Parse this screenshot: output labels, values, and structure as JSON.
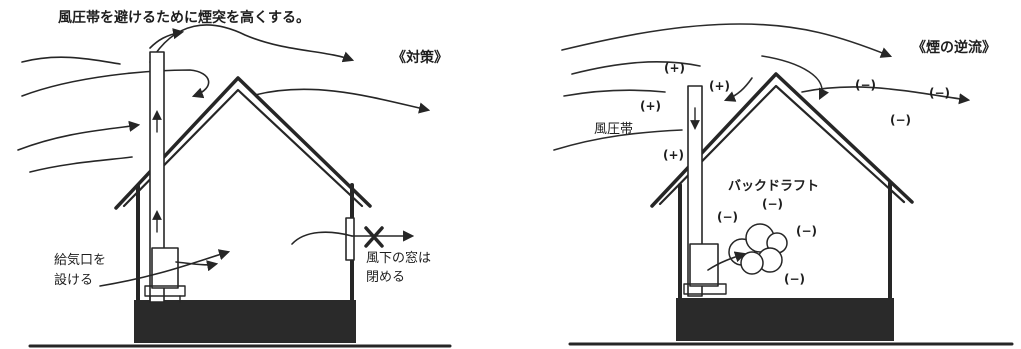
{
  "left_panel": {
    "title": "《対策》",
    "top_note": "風圧帯を避けるために煙突を高くする。",
    "intake_label": [
      "給気口を",
      "設ける"
    ],
    "window_label": [
      "風下の窓は",
      "閉める"
    ]
  },
  "right_panel": {
    "title": "《煙の逆流》",
    "pressure_zone_label": "風圧帯",
    "backdraft_label": "バックドラフト",
    "positive_sign": "(+)",
    "negative_sign": "(−)"
  },
  "colors": {
    "ink": "#262626",
    "foundation": "#2a2a2a",
    "background": "#ffffff"
  }
}
